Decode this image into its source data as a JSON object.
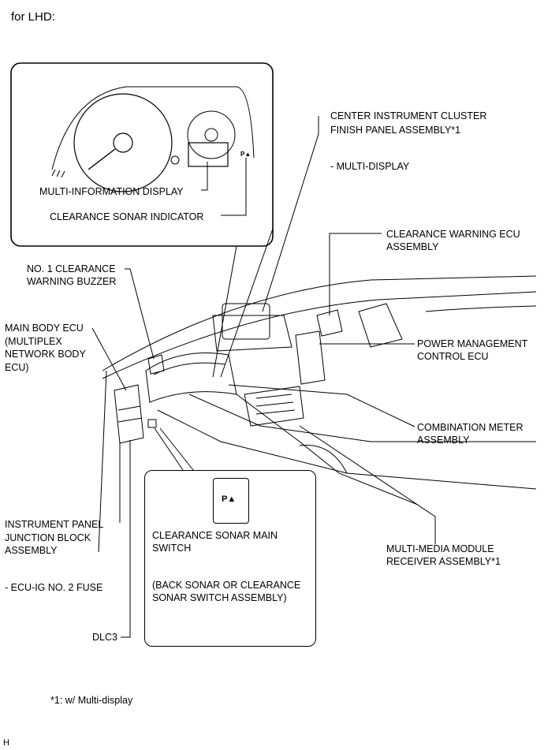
{
  "header": {
    "title": "for LHD:"
  },
  "labels": {
    "center_panel_1": "CENTER INSTRUMENT CLUSTER",
    "center_panel_2": "FINISH PANEL ASSEMBLY*1",
    "multi_display": "- MULTI-DISPLAY",
    "multi_info_display": "MULTI-INFORMATION DISPLAY",
    "sonar_indicator": "CLEARANCE SONAR INDICATOR",
    "warning_ecu_1": "CLEARANCE WARNING ECU",
    "warning_ecu_2": "ASSEMBLY",
    "buzzer_1": "NO. 1 CLEARANCE",
    "buzzer_2": "WARNING BUZZER",
    "main_body_1": "MAIN BODY ECU",
    "main_body_2": "(MULTIPLEX",
    "main_body_3": "NETWORK BODY",
    "main_body_4": "ECU)",
    "power_mgmt_1": "POWER MANAGEMENT",
    "power_mgmt_2": "CONTROL ECU",
    "combo_meter_1": "COMBINATION METER",
    "combo_meter_2": "ASSEMBLY",
    "ip_junction_1": "INSTRUMENT PANEL",
    "ip_junction_2": "JUNCTION BLOCK",
    "ip_junction_3": "ASSEMBLY",
    "ecu_ig_fuse": "- ECU-IG NO. 2 FUSE",
    "dlc3": "DLC3",
    "sonar_switch_1": "CLEARANCE SONAR MAIN",
    "sonar_switch_2": "SWITCH",
    "sonar_switch_3": "(BACK SONAR OR CLEARANCE",
    "sonar_switch_4": "SONAR SWITCH ASSEMBLY)",
    "mm_receiver_1": "MULTI-MEDIA MODULE",
    "mm_receiver_2": "RECEIVER ASSEMBLY*1",
    "footnote": "*1: w/ Multi-display",
    "corner_mark": "H"
  },
  "icons": {
    "sonar_glyph": "P▲"
  }
}
